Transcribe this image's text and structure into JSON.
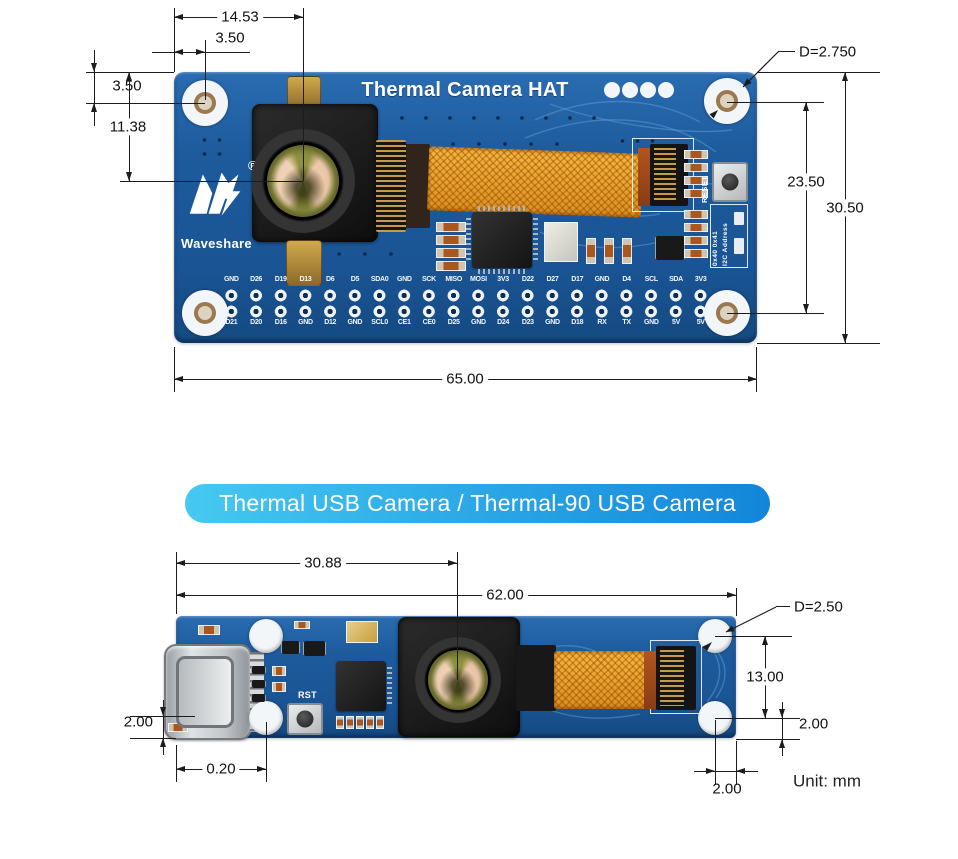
{
  "top_diagram": {
    "title": "Thermal Camera HAT",
    "logo": {
      "brand": "Waveshare",
      "registered": "®"
    },
    "silkscreen": {
      "reset": "RESET",
      "i2c_addresses": "0x40  0x41",
      "i2c_label": "I2C Address"
    },
    "pins": {
      "top_row": [
        "GND",
        "D26",
        "D19",
        "D13",
        "D6",
        "D5",
        "SDA0",
        "GND",
        "SCK",
        "MISO",
        "MOSI",
        "3V3",
        "D22",
        "D27",
        "D17",
        "GND",
        "D4",
        "SCL",
        "SDA",
        "3V3"
      ],
      "bottom_row": [
        "D21",
        "D20",
        "D16",
        "GND",
        "D12",
        "GND",
        "SCL0",
        "CE1",
        "CE0",
        "D25",
        "GND",
        "D24",
        "D23",
        "GND",
        "D18",
        "RX",
        "TX",
        "GND",
        "5V",
        "5V"
      ]
    },
    "dimensions": {
      "lens_from_left": "14.53",
      "hole_from_left": "3.50",
      "hole_from_top": "3.50",
      "lens_from_top": "11.38",
      "hole_diameter": "D=2.750",
      "holes_pitch": "23.50",
      "board_height": "30.50",
      "board_width": "65.00"
    }
  },
  "banner": {
    "label": "Thermal USB Camera / Thermal-90 USB Camera"
  },
  "bottom_diagram": {
    "silkscreen": {
      "rst": "RST"
    },
    "dimensions": {
      "lens_from_left": "30.88",
      "board_width": "62.00",
      "hole_diameter": "D=2.50",
      "holes_pitch": "13.00",
      "hole_from_bottom": "2.00",
      "hole_from_right": "2.00",
      "usb_from_bottom": "2.00",
      "hole_from_left": "0.20"
    },
    "unit_label": "Unit: mm"
  }
}
